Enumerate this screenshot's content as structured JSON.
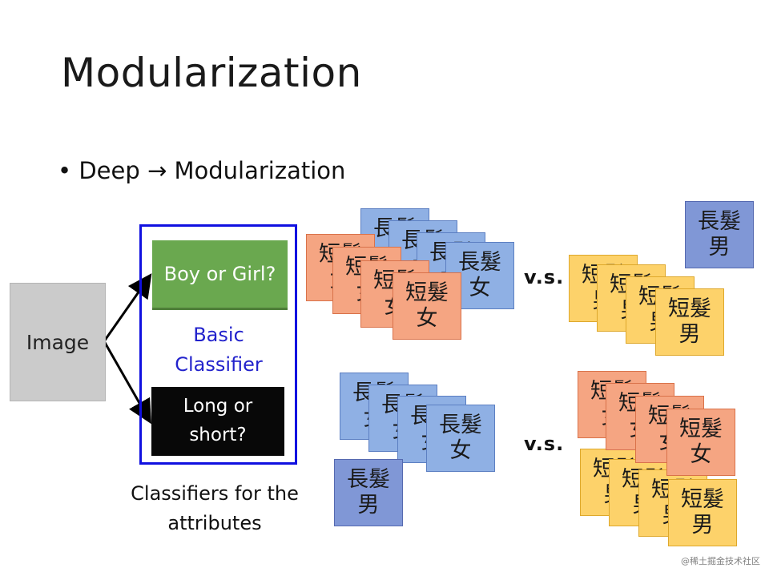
{
  "slide": {
    "title": "Modularization",
    "bullet": "• Deep → Modularization"
  },
  "diagram": {
    "image_label": "Image",
    "boy_girl_label": "Boy or Girl?",
    "basic_line1": "Basic",
    "basic_line2": "Classifier",
    "long_short_line1": "Long or",
    "long_short_line2": "short?",
    "caption_line1": "Classifiers for the",
    "caption_line2": "attributes",
    "vs_top": "v.s.",
    "vs_bottom": "v.s.",
    "colors": {
      "frame": "#1010e0",
      "green": "#6aa84f",
      "black": "#080808",
      "blue_card": "#8fb0e4",
      "dark_blue_card": "#8097d6",
      "orange_card": "#f5a582",
      "yellow_card": "#fdd26a"
    }
  },
  "cards": {
    "long_hair": "長髮",
    "short_hair": "短髮",
    "girl": "女",
    "boy": "男"
  },
  "watermark": "@稀土掘金技术社区"
}
